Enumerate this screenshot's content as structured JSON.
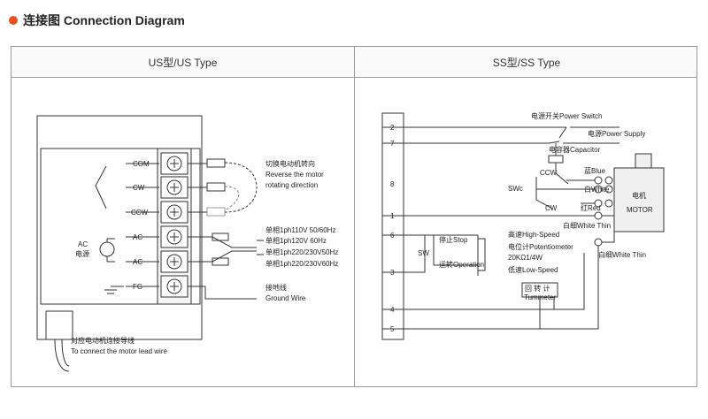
{
  "header": {
    "title": "连接图 Connection Diagram"
  },
  "columns": {
    "us_title": "US型/US Type",
    "ss_title": "SS型/SS Type"
  },
  "us": {
    "com": "COM",
    "cw": "CW",
    "ccw": "CCW",
    "ac1": "AC",
    "ac2": "AC",
    "fg": "FG",
    "ac_power_1": "AC",
    "ac_power_2": "电源",
    "reverse_cn": "切换电动机转向",
    "reverse_en1": "Reverse the motor",
    "reverse_en2": "rotating direction",
    "v1": "单相1ph110V 50/60Hz",
    "v2": "单相1ph120V 60Hz",
    "v3": "单相1ph220/230V50Hz",
    "v4": "单相1ph220/230V60Hz",
    "ground_cn": "接地线",
    "ground_en": "Ground Wire",
    "lead_cn": "对应电动机连接导线",
    "lead_en": "To connect the motor lead wire"
  },
  "ss": {
    "n2": "2",
    "n7": "7",
    "n8": "8",
    "n1": "1",
    "n6": "6",
    "n3": "3",
    "n4": "4",
    "n5": "5",
    "power_switch": "电源开关Power Switch",
    "power_supply": "电源Power Supply",
    "capacitor": "电容器Capacitor",
    "ccw": "CCW",
    "cw": "CW",
    "swc": "SWc",
    "blue": "蓝Blue",
    "white": "白White",
    "red": "红Red",
    "white_thin1": "白细White Thin",
    "white_thin2": "白细White Thin",
    "motor_cn": "电机",
    "motor_en": "MOTOR",
    "stop": "停止Stop",
    "sw": "SW",
    "operation": "运转Operation",
    "high_speed": "高速High-Speed",
    "potentiometer": "电位计Potentiometer",
    "rating": "20KΩ1/4W",
    "low_speed": "低速Low-Speed",
    "timer_cn": "回 转 计",
    "timer_en": "Tummeter"
  }
}
